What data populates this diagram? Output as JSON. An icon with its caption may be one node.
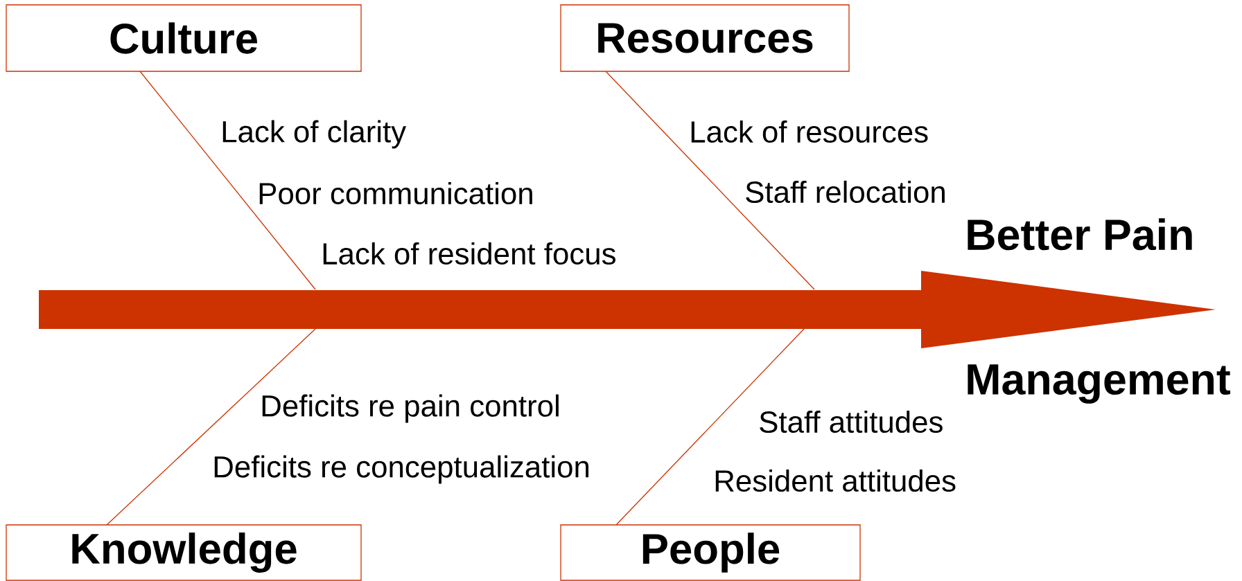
{
  "diagram": {
    "nodes": [
      {
        "text": [
          "Culture"
        ]
      },
      {
        "text": [
          "Resources"
        ]
      },
      {
        "text": [
          "Knowledge"
        ]
      },
      {
        "text": [
          "People"
        ]
      },
      {
        "text": [
          "Better Pain",
          "Management"
        ]
      }
    ],
    "edges": [
      {
        "from": null,
        "to": 4,
        "arrow": "to",
        "style": "thick"
      },
      {
        "from": 0,
        "to": null,
        "arrow": "none"
      },
      {
        "from": 1,
        "to": null,
        "arrow": "none"
      },
      {
        "from": 2,
        "to": null,
        "arrow": "none"
      },
      {
        "from": 3,
        "to": null,
        "arrow": "none"
      }
    ],
    "labels": [
      "Lack of clarity",
      "Poor communication",
      "Lack of resident focus",
      "Lack of resources",
      "Staff relocation",
      "Deficits re pain control",
      "Deficits re conceptualization",
      "Staff attitudes",
      "Resident attitudes"
    ]
  }
}
